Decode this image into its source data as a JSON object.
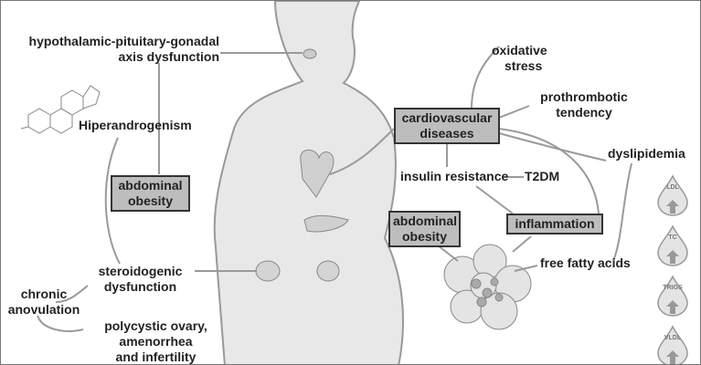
{
  "left": {
    "hpg": [
      "hypothalamic-pituitary-gonadal",
      "axis dysfunction"
    ],
    "hiperandrogenism": "Hiperandrogenism",
    "abdominal_obesity": [
      "abdominal",
      "obesity"
    ],
    "steroidogenic": [
      "steroidogenic",
      "dysfunction"
    ],
    "anovulation": [
      "chronic",
      "anovulation"
    ],
    "polycystic": [
      "polycystic ovary,",
      "amenorrhea",
      "and infertility"
    ]
  },
  "right": {
    "oxidative": [
      "oxidative",
      "stress"
    ],
    "prothrombotic": [
      "prothrombotic",
      "tendency"
    ],
    "cardiovascular": [
      "cardiovascular",
      "diseases"
    ],
    "insulin_resistance": "insulin resistance",
    "t2dm": "T2DM",
    "dyslipidemia": "dyslipidemia",
    "abdominal_obesity": [
      "abdominal",
      "obesity"
    ],
    "inflammation": "inflammation",
    "ffa": "free fatty acids"
  },
  "lipid_drops": [
    "LDL",
    "TC",
    "TRIGS",
    "VLDL"
  ],
  "colors": {
    "box_fill": "#bdbdbd",
    "line": "#9a9a9a",
    "body_fill": "#e6e6e6"
  }
}
